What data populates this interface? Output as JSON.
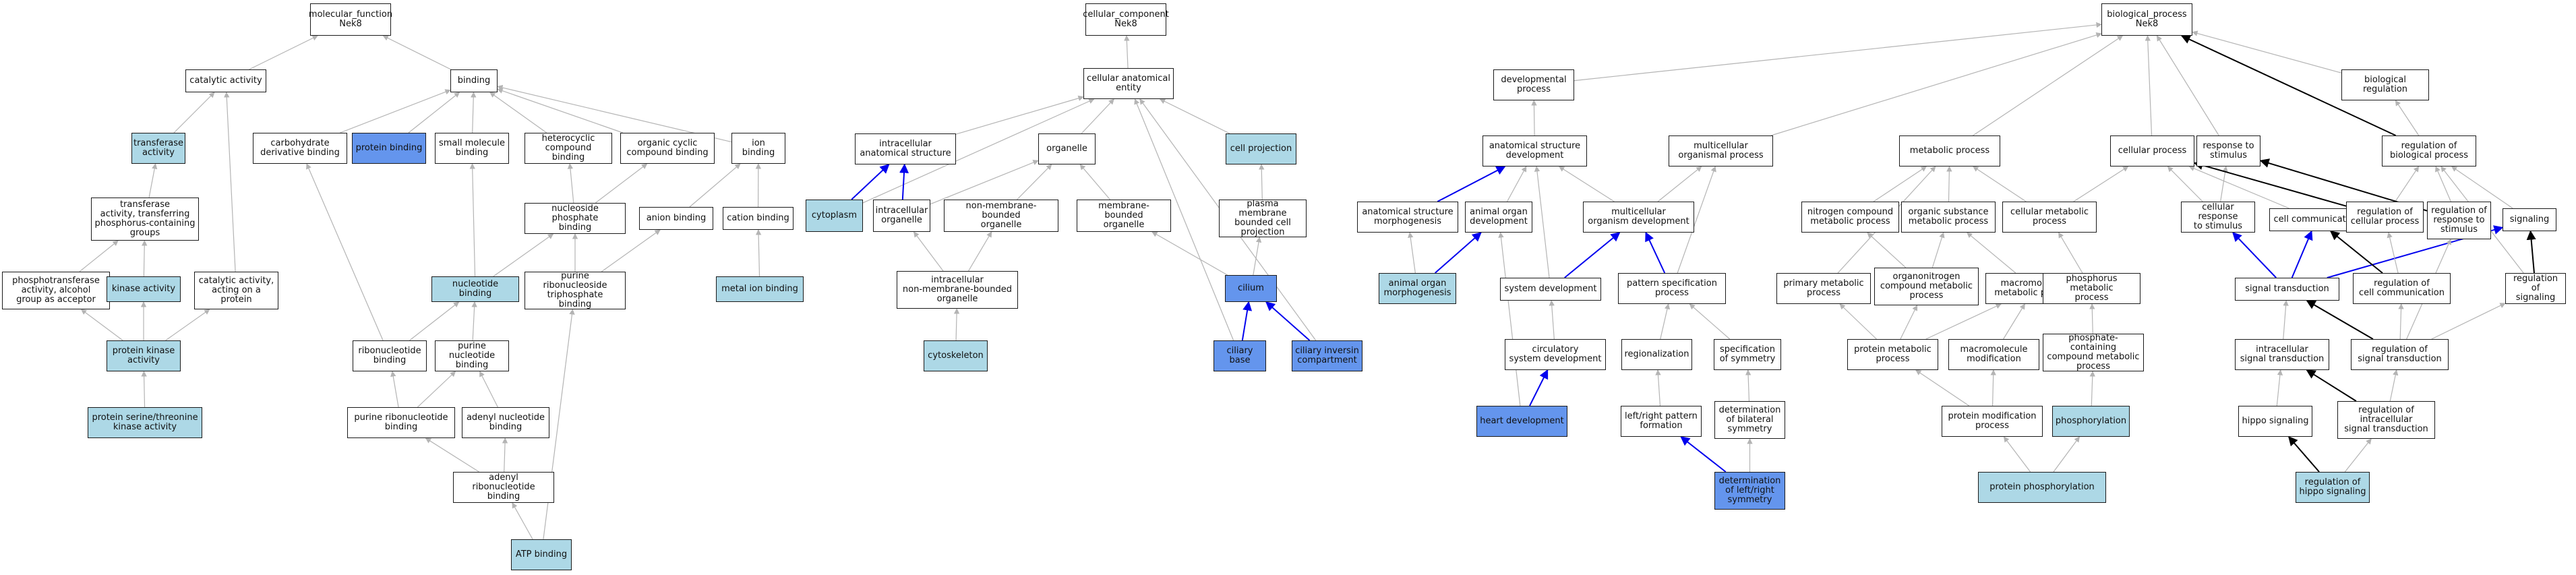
{
  "colors": {
    "plain": "#ffffff",
    "light": "#add8e6",
    "strong": "#6495ed",
    "edge_gray": "#b4b4b4",
    "edge_black": "#000000",
    "edge_blue": "#0000ee"
  },
  "nodes": [
    {
      "id": "mf",
      "label": "molecular_function\nNek8",
      "color": "plain"
    },
    {
      "id": "cat",
      "label": "catalytic activity",
      "color": "plain"
    },
    {
      "id": "bind",
      "label": "binding",
      "color": "plain"
    },
    {
      "id": "trans",
      "label": "transferase\nactivity",
      "color": "light"
    },
    {
      "id": "carbo",
      "label": "carbohydrate\nderivative binding",
      "color": "plain"
    },
    {
      "id": "protb",
      "label": "protein binding",
      "color": "strong"
    },
    {
      "id": "smallmol",
      "label": "small molecule\nbinding",
      "color": "plain"
    },
    {
      "id": "hetero",
      "label": "heterocyclic\ncompound binding",
      "color": "plain"
    },
    {
      "id": "orgcyc",
      "label": "organic cyclic\ncompound binding",
      "color": "plain"
    },
    {
      "id": "ionb",
      "label": "ion binding",
      "color": "plain"
    },
    {
      "id": "transP",
      "label": "transferase\nactivity, transferring\nphosphorus-containing\ngroups",
      "color": "plain"
    },
    {
      "id": "nucphos",
      "label": "nucleoside phosphate\nbinding",
      "color": "plain"
    },
    {
      "id": "anion",
      "label": "anion binding",
      "color": "plain"
    },
    {
      "id": "cation",
      "label": "cation binding",
      "color": "plain"
    },
    {
      "id": "phostrans",
      "label": "phosphotransferase\nactivity, alcohol\ngroup as acceptor",
      "color": "plain"
    },
    {
      "id": "kinase",
      "label": "kinase activity",
      "color": "light"
    },
    {
      "id": "catprot",
      "label": "catalytic activity,\nacting on a\nprotein",
      "color": "plain"
    },
    {
      "id": "nucb",
      "label": "nucleotide binding",
      "color": "light"
    },
    {
      "id": "purRNTP",
      "label": "purine ribonucleoside\ntriphosphate\nbinding",
      "color": "plain"
    },
    {
      "id": "metal",
      "label": "metal ion binding",
      "color": "light"
    },
    {
      "id": "protkin",
      "label": "protein kinase\nactivity",
      "color": "light"
    },
    {
      "id": "ribonuc",
      "label": "ribonucleotide\nbinding",
      "color": "plain"
    },
    {
      "id": "purnuc",
      "label": "purine nucleotide\nbinding",
      "color": "plain"
    },
    {
      "id": "serthr",
      "label": "protein serine/threonine\nkinase activity",
      "color": "light"
    },
    {
      "id": "purribo",
      "label": "purine ribonucleotide\nbinding",
      "color": "plain"
    },
    {
      "id": "adenyl",
      "label": "adenyl nucleotide\nbinding",
      "color": "plain"
    },
    {
      "id": "adenribo",
      "label": "adenyl ribonucleotide\nbinding",
      "color": "plain"
    },
    {
      "id": "atp",
      "label": "ATP binding",
      "color": "light"
    },
    {
      "id": "cc",
      "label": "cellular_component\nNek8",
      "color": "plain"
    },
    {
      "id": "cae",
      "label": "cellular anatomical\nentity",
      "color": "plain"
    },
    {
      "id": "intraAS",
      "label": "intracellular\nanatomical structure",
      "color": "plain"
    },
    {
      "id": "organelle",
      "label": "organelle",
      "color": "plain"
    },
    {
      "id": "cellproj",
      "label": "cell projection",
      "color": "light"
    },
    {
      "id": "cytoplasm",
      "label": "cytoplasm",
      "color": "light"
    },
    {
      "id": "intraorg",
      "label": "intracellular\norganelle",
      "color": "plain"
    },
    {
      "id": "nonmem",
      "label": "non-membrane-bounded\norganelle",
      "color": "plain"
    },
    {
      "id": "membound",
      "label": "membrane-bounded\norganelle",
      "color": "plain"
    },
    {
      "id": "pmbcp",
      "label": "plasma membrane\nbounded cell\nprojection",
      "color": "plain"
    },
    {
      "id": "intranonmem",
      "label": "intracellular\nnon-membrane-bounded\norganelle",
      "color": "plain"
    },
    {
      "id": "cilium",
      "label": "cilium",
      "color": "strong"
    },
    {
      "id": "cytoskel",
      "label": "cytoskeleton",
      "color": "light"
    },
    {
      "id": "cilbase",
      "label": "ciliary base",
      "color": "strong"
    },
    {
      "id": "cilinv",
      "label": "ciliary inversin\ncompartment",
      "color": "strong"
    },
    {
      "id": "bp",
      "label": "biological_process\nNek8",
      "color": "plain"
    },
    {
      "id": "devproc",
      "label": "developmental\nprocess",
      "color": "plain"
    },
    {
      "id": "bioreg",
      "label": "biological regulation",
      "color": "plain"
    },
    {
      "id": "asdev",
      "label": "anatomical structure\ndevelopment",
      "color": "plain"
    },
    {
      "id": "multiorg",
      "label": "multicellular\norganismal process",
      "color": "plain"
    },
    {
      "id": "metab",
      "label": "metabolic process",
      "color": "plain"
    },
    {
      "id": "cellproc",
      "label": "cellular process",
      "color": "plain"
    },
    {
      "id": "respstim",
      "label": "response to\nstimulus",
      "color": "plain"
    },
    {
      "id": "regbio",
      "label": "regulation of\nbiological process",
      "color": "plain"
    },
    {
      "id": "asmorph",
      "label": "anatomical structure\nmorphogenesis",
      "color": "plain"
    },
    {
      "id": "animorgdev",
      "label": "animal organ\ndevelopment",
      "color": "plain"
    },
    {
      "id": "multiorgdev",
      "label": "multicellular\norganism development",
      "color": "plain"
    },
    {
      "id": "nitro",
      "label": "nitrogen compound\nmetabolic process",
      "color": "plain"
    },
    {
      "id": "orgsub",
      "label": "organic substance\nmetabolic process",
      "color": "plain"
    },
    {
      "id": "cellmetab",
      "label": "cellular metabolic\nprocess",
      "color": "plain"
    },
    {
      "id": "cellresp",
      "label": "cellular response\nto stimulus",
      "color": "plain"
    },
    {
      "id": "cellcomm",
      "label": "cell communication",
      "color": "plain"
    },
    {
      "id": "regcell",
      "label": "regulation of\ncellular process",
      "color": "plain"
    },
    {
      "id": "regresp",
      "label": "regulation of\nresponse to\nstimulus",
      "color": "plain"
    },
    {
      "id": "signaling",
      "label": "signaling",
      "color": "plain"
    },
    {
      "id": "animorgmorph",
      "label": "animal organ\nmorphogenesis",
      "color": "light"
    },
    {
      "id": "sysdev",
      "label": "system development",
      "color": "plain"
    },
    {
      "id": "patspec",
      "label": "pattern specification\nprocess",
      "color": "plain"
    },
    {
      "id": "primmetab",
      "label": "primary metabolic\nprocess",
      "color": "plain"
    },
    {
      "id": "organonitro",
      "label": "organonitrogen\ncompound metabolic\nprocess",
      "color": "plain"
    },
    {
      "id": "macromol",
      "label": "macromolecule\nmetabolic process",
      "color": "plain"
    },
    {
      "id": "phosmetab",
      "label": "phosphorus metabolic\nprocess",
      "color": "plain"
    },
    {
      "id": "sigtrans",
      "label": "signal transduction",
      "color": "plain"
    },
    {
      "id": "regcellcomm",
      "label": "regulation of\ncell communication",
      "color": "plain"
    },
    {
      "id": "regsig",
      "label": "regulation of\nsignaling",
      "color": "plain"
    },
    {
      "id": "circ",
      "label": "circulatory\nsystem development",
      "color": "plain"
    },
    {
      "id": "regionalization",
      "label": "regionalization",
      "color": "plain"
    },
    {
      "id": "specsym",
      "label": "specification\nof symmetry",
      "color": "plain"
    },
    {
      "id": "protmetab",
      "label": "protein metabolic\nprocess",
      "color": "plain"
    },
    {
      "id": "macromod",
      "label": "macromolecule\nmodification",
      "color": "plain"
    },
    {
      "id": "phoscont",
      "label": "phosphate-containing\ncompound metabolic\nprocess",
      "color": "plain"
    },
    {
      "id": "intrasig",
      "label": "intracellular\nsignal transduction",
      "color": "plain"
    },
    {
      "id": "regsigtrans",
      "label": "regulation of\nsignal transduction",
      "color": "plain"
    },
    {
      "id": "heartdev",
      "label": "heart development",
      "color": "strong"
    },
    {
      "id": "lrpat",
      "label": "left/right pattern\nformation",
      "color": "plain"
    },
    {
      "id": "detbilat",
      "label": "determination\nof bilateral\nsymmetry",
      "color": "plain"
    },
    {
      "id": "protmod",
      "label": "protein modification\nprocess",
      "color": "plain"
    },
    {
      "id": "phosph",
      "label": "phosphorylation",
      "color": "light"
    },
    {
      "id": "hippo",
      "label": "hippo signaling",
      "color": "plain"
    },
    {
      "id": "regintrasig",
      "label": "regulation of\nintracellular\nsignal transduction",
      "color": "plain"
    },
    {
      "id": "detlr",
      "label": "determination\nof left/right\nsymmetry",
      "color": "strong"
    },
    {
      "id": "protphos",
      "label": "protein phosphorylation",
      "color": "light"
    },
    {
      "id": "reghippo",
      "label": "regulation of\nhippo signaling",
      "color": "light"
    }
  ],
  "edges": [
    [
      "cat",
      "mf",
      "gray"
    ],
    [
      "bind",
      "mf",
      "gray"
    ],
    [
      "trans",
      "cat",
      "gray"
    ],
    [
      "catprot",
      "cat",
      "gray"
    ],
    [
      "carbo",
      "bind",
      "gray"
    ],
    [
      "protb",
      "bind",
      "gray"
    ],
    [
      "smallmol",
      "bind",
      "gray"
    ],
    [
      "hetero",
      "bind",
      "gray"
    ],
    [
      "orgcyc",
      "bind",
      "gray"
    ],
    [
      "ionb",
      "bind",
      "gray"
    ],
    [
      "transP",
      "trans",
      "gray"
    ],
    [
      "phostrans",
      "transP",
      "gray"
    ],
    [
      "kinase",
      "transP",
      "gray"
    ],
    [
      "nucphos",
      "hetero",
      "gray"
    ],
    [
      "nucphos",
      "orgcyc",
      "gray"
    ],
    [
      "anion",
      "ionb",
      "gray"
    ],
    [
      "cation",
      "ionb",
      "gray"
    ],
    [
      "protkin",
      "phostrans",
      "gray"
    ],
    [
      "protkin",
      "kinase",
      "gray"
    ],
    [
      "protkin",
      "catprot",
      "gray"
    ],
    [
      "nucb",
      "smallmol",
      "gray"
    ],
    [
      "nucb",
      "nucphos",
      "gray"
    ],
    [
      "purRNTP",
      "anion",
      "gray"
    ],
    [
      "purRNTP",
      "nucphos",
      "gray"
    ],
    [
      "metal",
      "cation",
      "gray"
    ],
    [
      "ribonuc",
      "carbo",
      "gray"
    ],
    [
      "ribonuc",
      "nucb",
      "gray"
    ],
    [
      "purnuc",
      "nucb",
      "gray"
    ],
    [
      "serthr",
      "protkin",
      "gray"
    ],
    [
      "purribo",
      "ribonuc",
      "gray"
    ],
    [
      "purribo",
      "purnuc",
      "gray"
    ],
    [
      "adenyl",
      "purnuc",
      "gray"
    ],
    [
      "adenribo",
      "purribo",
      "gray"
    ],
    [
      "adenribo",
      "adenyl",
      "gray"
    ],
    [
      "atp",
      "adenribo",
      "gray"
    ],
    [
      "atp",
      "purRNTP",
      "gray"
    ],
    [
      "cae",
      "cc",
      "gray"
    ],
    [
      "intraAS",
      "cae",
      "gray"
    ],
    [
      "organelle",
      "cae",
      "gray"
    ],
    [
      "cellproj",
      "cae",
      "gray"
    ],
    [
      "cytoplasm",
      "cae",
      "gray"
    ],
    [
      "cytoplasm",
      "intraAS",
      "blue"
    ],
    [
      "intraorg",
      "intraAS",
      "blue"
    ],
    [
      "intraorg",
      "organelle",
      "gray"
    ],
    [
      "nonmem",
      "organelle",
      "gray"
    ],
    [
      "membound",
      "organelle",
      "gray"
    ],
    [
      "pmbcp",
      "cellproj",
      "gray"
    ],
    [
      "intranonmem",
      "intraorg",
      "gray"
    ],
    [
      "intranonmem",
      "nonmem",
      "gray"
    ],
    [
      "cilium",
      "membound",
      "gray"
    ],
    [
      "cilium",
      "pmbcp",
      "gray"
    ],
    [
      "cytoskel",
      "intranonmem",
      "gray"
    ],
    [
      "cilbase",
      "cilium",
      "blue"
    ],
    [
      "cilbase",
      "cae",
      "gray"
    ],
    [
      "cilinv",
      "cilium",
      "blue"
    ],
    [
      "cilinv",
      "cae",
      "gray"
    ],
    [
      "devproc",
      "bp",
      "gray"
    ],
    [
      "bioreg",
      "bp",
      "gray"
    ],
    [
      "multiorg",
      "bp",
      "gray"
    ],
    [
      "metab",
      "bp",
      "gray"
    ],
    [
      "cellproc",
      "bp",
      "gray"
    ],
    [
      "respstim",
      "bp",
      "gray"
    ],
    [
      "regbio",
      "bp",
      "black"
    ],
    [
      "asdev",
      "devproc",
      "gray"
    ],
    [
      "asmorph",
      "asdev",
      "blue"
    ],
    [
      "animorgdev",
      "asdev",
      "gray"
    ],
    [
      "multiorgdev",
      "multiorg",
      "gray"
    ],
    [
      "multiorgdev",
      "asdev",
      "gray"
    ],
    [
      "animorgmorph",
      "asmorph",
      "gray"
    ],
    [
      "animorgmorph",
      "animorgdev",
      "blue"
    ],
    [
      "sysdev",
      "multiorgdev",
      "blue"
    ],
    [
      "sysdev",
      "asdev",
      "gray"
    ],
    [
      "patspec",
      "multiorgdev",
      "blue"
    ],
    [
      "patspec",
      "multiorg",
      "gray"
    ],
    [
      "circ",
      "sysdev",
      "gray"
    ],
    [
      "heartdev",
      "circ",
      "blue"
    ],
    [
      "heartdev",
      "animorgdev",
      "gray"
    ],
    [
      "regionalization",
      "patspec",
      "gray"
    ],
    [
      "specsym",
      "patspec",
      "gray"
    ],
    [
      "lrpat",
      "regionalization",
      "gray"
    ],
    [
      "detlr",
      "lrpat",
      "blue"
    ],
    [
      "detlr",
      "detbilat",
      "gray"
    ],
    [
      "detbilat",
      "specsym",
      "gray"
    ],
    [
      "regbio",
      "bioreg",
      "gray"
    ],
    [
      "nitro",
      "metab",
      "gray"
    ],
    [
      "orgsub",
      "metab",
      "gray"
    ],
    [
      "cellmetab",
      "metab",
      "gray"
    ],
    [
      "cellmetab",
      "cellproc",
      "gray"
    ],
    [
      "primmetab",
      "metab",
      "gray"
    ],
    [
      "organonitro",
      "nitro",
      "gray"
    ],
    [
      "organonitro",
      "orgsub",
      "gray"
    ],
    [
      "macromol",
      "orgsub",
      "gray"
    ],
    [
      "phosmetab",
      "cellmetab",
      "gray"
    ],
    [
      "protmetab",
      "organonitro",
      "gray"
    ],
    [
      "protmetab",
      "macromol",
      "gray"
    ],
    [
      "protmetab",
      "primmetab",
      "gray"
    ],
    [
      "macromod",
      "macromol",
      "gray"
    ],
    [
      "phoscont",
      "phosmetab",
      "gray"
    ],
    [
      "protmod",
      "protmetab",
      "gray"
    ],
    [
      "protmod",
      "macromod",
      "gray"
    ],
    [
      "phosph",
      "phoscont",
      "gray"
    ],
    [
      "protphos",
      "protmod",
      "gray"
    ],
    [
      "protphos",
      "phosph",
      "gray"
    ],
    [
      "cellresp",
      "cellproc",
      "gray"
    ],
    [
      "cellresp",
      "respstim",
      "gray"
    ],
    [
      "cellcomm",
      "cellproc",
      "gray"
    ],
    [
      "regcell",
      "cellproc",
      "black"
    ],
    [
      "regcell",
      "regbio",
      "gray"
    ],
    [
      "regresp",
      "respstim",
      "black"
    ],
    [
      "regresp",
      "regbio",
      "gray"
    ],
    [
      "signaling",
      "regbio",
      "gray"
    ],
    [
      "sigtrans",
      "cellresp",
      "blue"
    ],
    [
      "sigtrans",
      "cellcomm",
      "blue"
    ],
    [
      "sigtrans",
      "signaling",
      "blue"
    ],
    [
      "regcellcomm",
      "regcell",
      "gray"
    ],
    [
      "regcellcomm",
      "cellcomm",
      "black"
    ],
    [
      "regsig",
      "signaling",
      "black"
    ],
    [
      "regsig",
      "regbio",
      "gray"
    ],
    [
      "regsigtrans",
      "sigtrans",
      "black"
    ],
    [
      "regsigtrans",
      "regcellcomm",
      "gray"
    ],
    [
      "regsigtrans",
      "regsig",
      "gray"
    ],
    [
      "regsigtrans",
      "regresp",
      "gray"
    ],
    [
      "intrasig",
      "sigtrans",
      "gray"
    ],
    [
      "hippo",
      "intrasig",
      "gray"
    ],
    [
      "regintrasig",
      "intrasig",
      "black"
    ],
    [
      "regintrasig",
      "regsigtrans",
      "gray"
    ],
    [
      "reghippo",
      "hippo",
      "black"
    ],
    [
      "reghippo",
      "regintrasig",
      "gray"
    ]
  ]
}
